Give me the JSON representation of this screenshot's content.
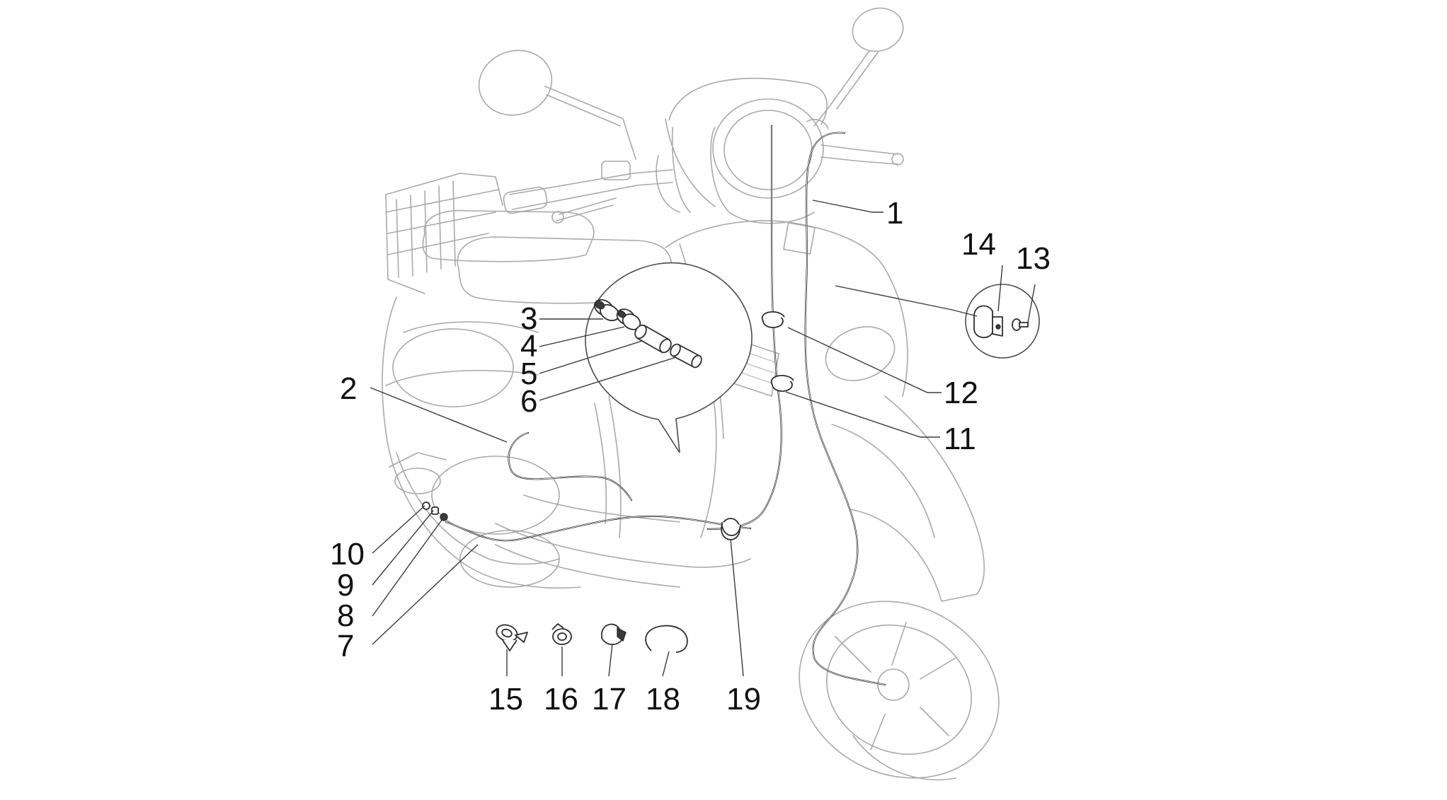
{
  "diagram": {
    "callouts": {
      "c1": "1",
      "c2": "2",
      "c3": "3",
      "c4": "4",
      "c5": "5",
      "c6": "6",
      "c7": "7",
      "c8": "8",
      "c9": "9",
      "c10": "10",
      "c11": "11",
      "c12": "12",
      "c13": "13",
      "c14": "14",
      "c15": "15",
      "c16": "16",
      "c17": "17",
      "c18": "18",
      "c19": "19"
    },
    "colors": {
      "background": "#ffffff",
      "scooter_outline": "#a9a9a9",
      "cable": "#2b2b2b",
      "text": "#111111"
    }
  }
}
